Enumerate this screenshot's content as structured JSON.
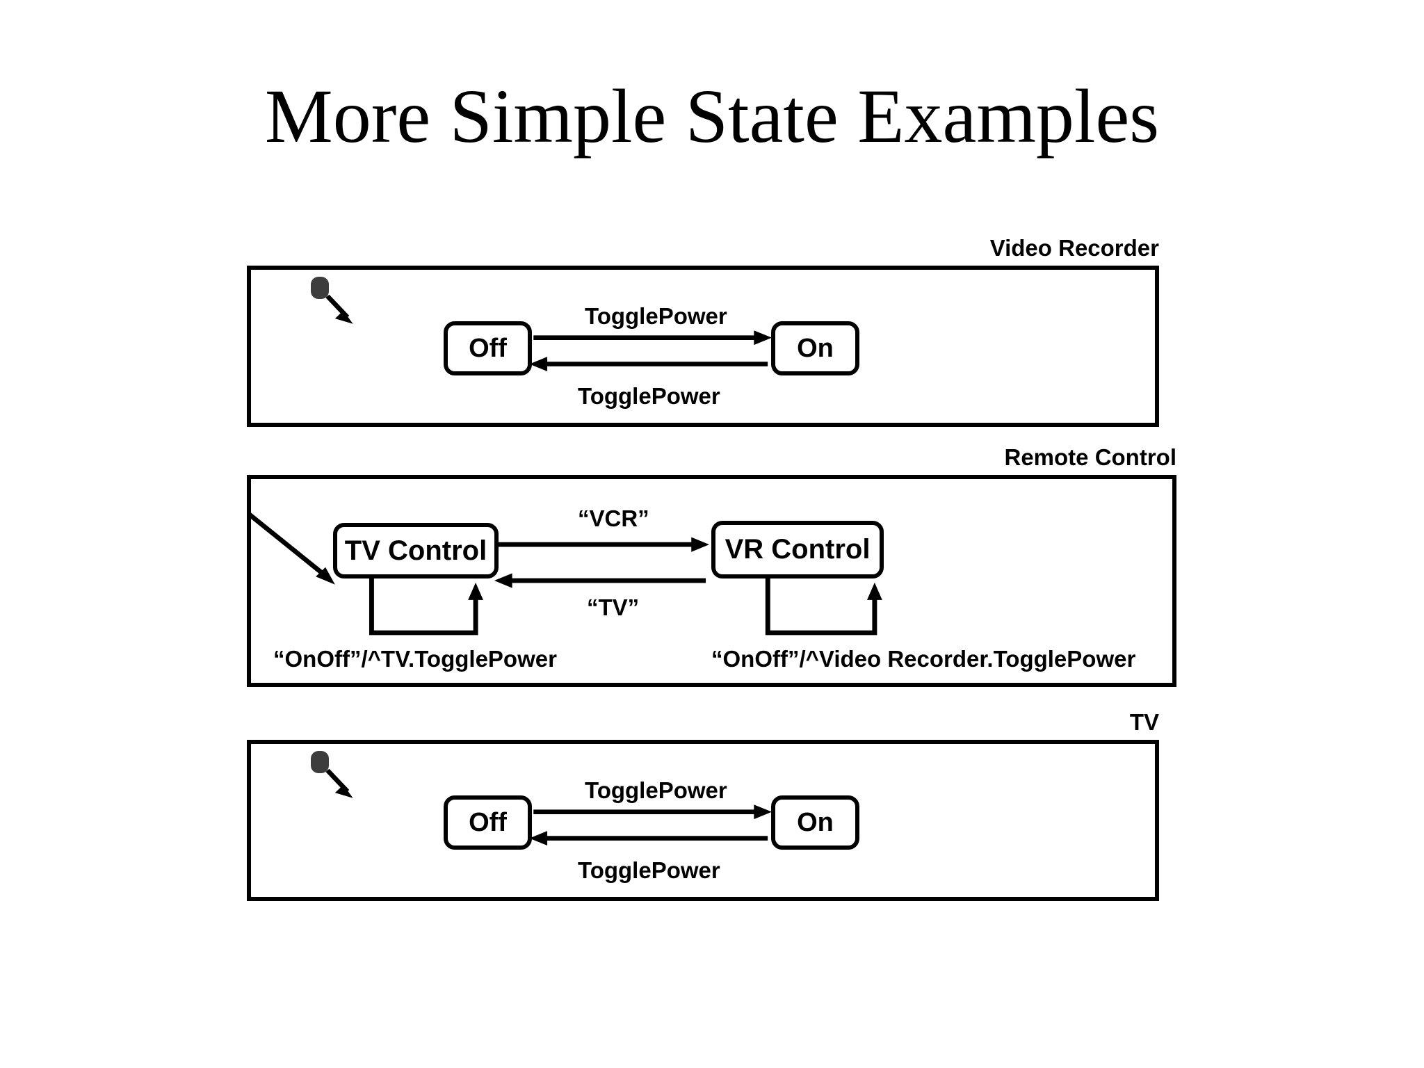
{
  "slide": {
    "title": "More Simple State Examples"
  },
  "machines": [
    {
      "name": "Video Recorder",
      "states": [
        {
          "label": "Off"
        },
        {
          "label": "On"
        }
      ],
      "transitions": [
        {
          "label": "TogglePower",
          "from": "Off",
          "to": "On"
        },
        {
          "label": "TogglePower",
          "from": "On",
          "to": "Off"
        }
      ],
      "initial_state": "Off"
    },
    {
      "name": "Remote Control",
      "states": [
        {
          "label": "TV Control"
        },
        {
          "label": "VR Control"
        }
      ],
      "transitions": [
        {
          "label": "“VCR”",
          "from": "TV Control",
          "to": "VR Control"
        },
        {
          "label": "“TV”",
          "from": "VR Control",
          "to": "TV Control"
        },
        {
          "label": "“OnOff”/^TV.TogglePower",
          "from": "TV Control",
          "to": "TV Control"
        },
        {
          "label": "“OnOff”/^Video Recorder.TogglePower",
          "from": "VR Control",
          "to": "VR Control"
        }
      ],
      "initial_state": "TV Control"
    },
    {
      "name": "TV",
      "states": [
        {
          "label": "Off"
        },
        {
          "label": "On"
        }
      ],
      "transitions": [
        {
          "label": "TogglePower",
          "from": "Off",
          "to": "On"
        },
        {
          "label": "TogglePower",
          "from": "On",
          "to": "Off"
        }
      ],
      "initial_state": "Off"
    }
  ],
  "colors": {
    "stroke": "#000000",
    "background": "#ffffff",
    "initial_state_dot": "#3d3d3d"
  }
}
